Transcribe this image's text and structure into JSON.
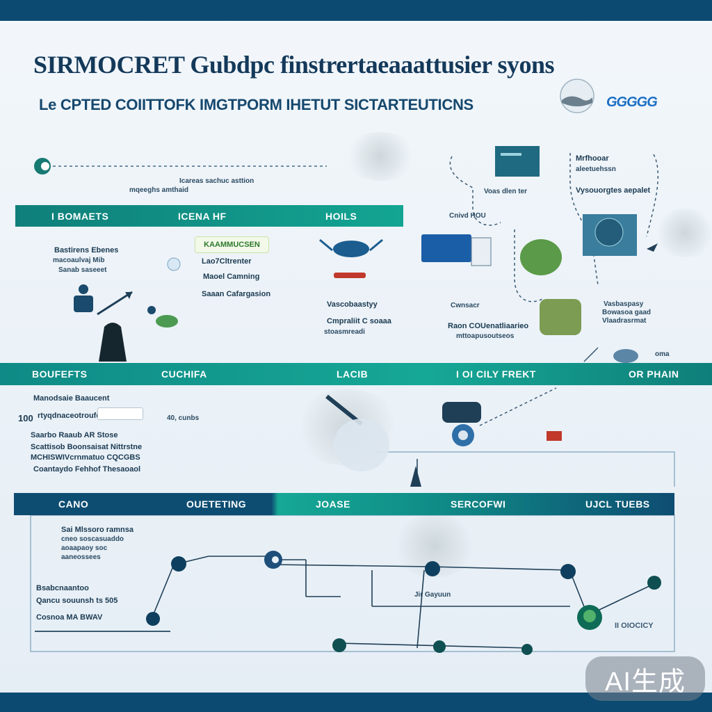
{
  "header": {
    "title": "SIRMOCRET Gubdpc finstrertaeaaattusier syons",
    "subtitle": "Le CPTED COIITTOFK IMGTPORM IHETUT SICTARTEUTICNS",
    "logo_text": "GGGGG"
  },
  "colors": {
    "header_bar": "#0d4a72",
    "teal_band": "#13a592",
    "navy_band": "#0e4d72",
    "node_dark": "#0f3f5e",
    "accent_green": "#2d7a2d"
  },
  "band_1": {
    "cols": [
      "I BOMAETS",
      "ICENA HF",
      "HOILS"
    ]
  },
  "band_2": {
    "cols": [
      "BOUFEFTS",
      "CUCHIFA",
      "LACIB",
      "I OI CILY  FREKT",
      "OR PHAIN"
    ]
  },
  "band_3": {
    "cols": [
      "CANO",
      "OUETETING",
      "JOASE",
      "SERCOFWI",
      "UJCL TUEBS"
    ]
  },
  "section_top": {
    "caption_top": "Icareas sachuc asttion",
    "caption_sub": "mqeeghs amthaid",
    "left_block": [
      "Bastirens Ebenes",
      "macoaulvaj Mib",
      "Sanab saseeet"
    ],
    "pill": "KAAMMUCSEN",
    "mid_block": [
      "Lao7Cltrenter",
      "Maoel Camning",
      "Saaan Cafargasion"
    ],
    "right_block_a": "Vascobaastyy",
    "right_block_b": [
      "Cmpraliit C soaaa",
      "stoasmreadi"
    ],
    "flow_caption": "Voas dlen ter",
    "flow_caption_b": "Cnivd HOU",
    "flow_right_a": [
      "Mrfhooar",
      "aleetuehssn"
    ],
    "flow_right_b": "Vysouorgtes aepalet",
    "flow_right_c": "Cwnsacr",
    "block_low_a": "Vasbaspasy",
    "block_low_b": [
      "Raon COUenatliaarieo",
      "mttoapusoutseos"
    ],
    "block_low_c": [
      "Bowasoa gaad",
      "Vlaadrasrmat"
    ],
    "flow_caption_c": "oma"
  },
  "section_mid": {
    "block_a": [
      "Manodsaie Baaucent",
      "rtyqdnaceotroufc"
    ],
    "block_a_num": "100",
    "note": "40, cunbs",
    "block_b": [
      "Saarbo Raaub AR Stose",
      "Scattisob Boonsaisat Nittrstne",
      "MCHISWIVcrnmatuo CQCGBS",
      "Coantaydo  Fehhof Thesaoaol"
    ]
  },
  "section_bottom": {
    "block_a": [
      "Sai Mlssoro ramnsa",
      "cneo soscasuaddo",
      "aoaapaoy soc",
      "aaneossees"
    ],
    "block_b": [
      "Bsabcnaantoo",
      "Qancu souunsh ts 505",
      "Cosnoa MA BWAV"
    ],
    "hud": "Jir Gayuun",
    "badge": "II OIOCICY"
  },
  "watermark": "AI生成"
}
